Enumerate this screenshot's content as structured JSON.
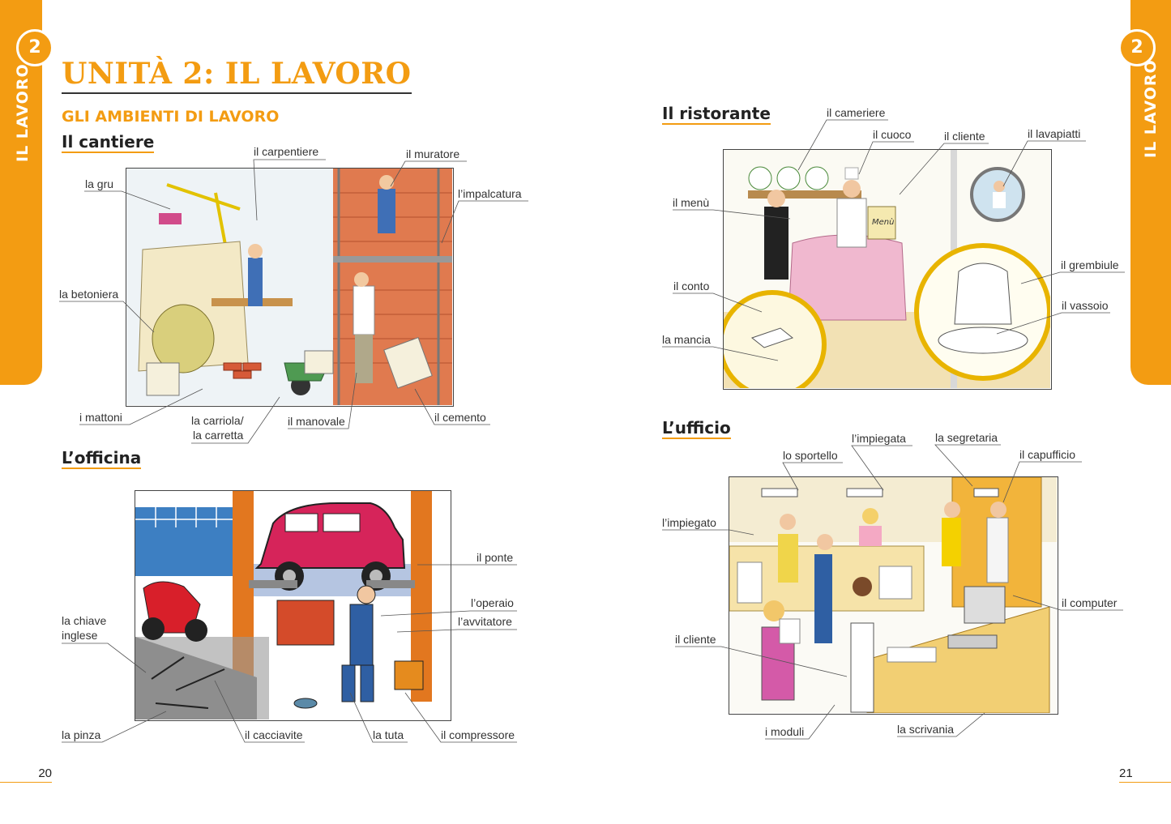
{
  "tabs": {
    "left": {
      "number": "2",
      "vertical": "IL LAVORO"
    },
    "right": {
      "number": "2",
      "vertical": "IL LAVORO"
    }
  },
  "title": "UNITÀ 2: IL LAVORO",
  "subtitle": "GLI AMBIENTI DI LAVORO",
  "sections": {
    "cantiere": {
      "heading": "Il cantiere",
      "labels": {
        "gru": "la gru",
        "carpentiere": "il carpentiere",
        "muratore": "il muratore",
        "impalcatura": "l’impalcatura",
        "betoniera": "la betoniera",
        "mattoni": "i mattoni",
        "carriola1": "la carriola/",
        "carriola2": "la carretta",
        "manovale": "il manovale",
        "cemento": "il cemento"
      }
    },
    "officina": {
      "heading": "L’officina",
      "labels": {
        "ponte": "il ponte",
        "operaio": "l’operaio",
        "avvitatore": "l’avvitatore",
        "chiave1": "la chiave",
        "chiave2": "inglese",
        "pinza": "la pinza",
        "cacciavite": "il cacciavite",
        "tuta": "la tuta",
        "compressore": "il compressore"
      }
    },
    "ristorante": {
      "heading": "Il ristorante",
      "labels": {
        "cameriere": "il cameriere",
        "cuoco": "il cuoco",
        "cliente": "il cliente",
        "lavapiatti": "il lavapiatti",
        "menu": "il menù",
        "conto": "il conto",
        "mancia": "la mancia",
        "grembiule": "il grembiule",
        "vassoio": "il vassoio",
        "menu_card": "Menù"
      }
    },
    "ufficio": {
      "heading": "L’ufficio",
      "labels": {
        "impiegata": "l’impiegata",
        "segretaria": "la segretaria",
        "sportello": "lo sportello",
        "capufficio": "il capufficio",
        "impiegato": "l’impiegato",
        "computer": "il computer",
        "cliente": "il cliente",
        "moduli": "i moduli",
        "scrivania": "la scrivania"
      }
    }
  },
  "page_numbers": {
    "left": "20",
    "right": "21"
  },
  "colors": {
    "accent": "#f39c12",
    "text": "#222222"
  }
}
